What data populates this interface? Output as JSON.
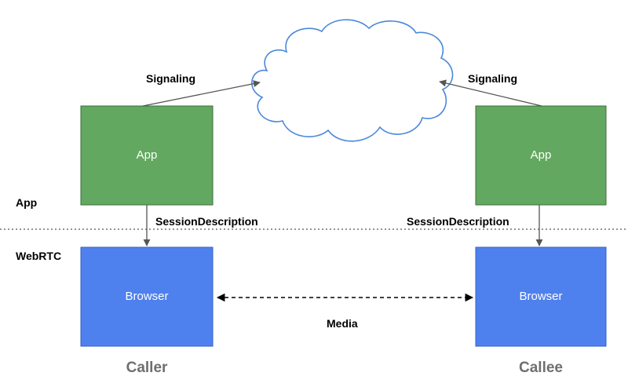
{
  "layers": {
    "app": "App",
    "webrtc": "WebRTC"
  },
  "caller": {
    "app_box": "App",
    "browser_box": "Browser",
    "role": "Caller",
    "signaling": "Signaling",
    "session_description": "SessionDescription"
  },
  "callee": {
    "app_box": "App",
    "browser_box": "Browser",
    "role": "Callee",
    "signaling": "Signaling",
    "session_description": "SessionDescription"
  },
  "media": "Media",
  "colors": {
    "app_fill": "#62a860",
    "app_stroke": "#3d6e3c",
    "browser_fill": "#4f81ee",
    "browser_stroke": "#3060c6",
    "cloud_stroke": "#4a88dc",
    "arrow": "#555555"
  }
}
